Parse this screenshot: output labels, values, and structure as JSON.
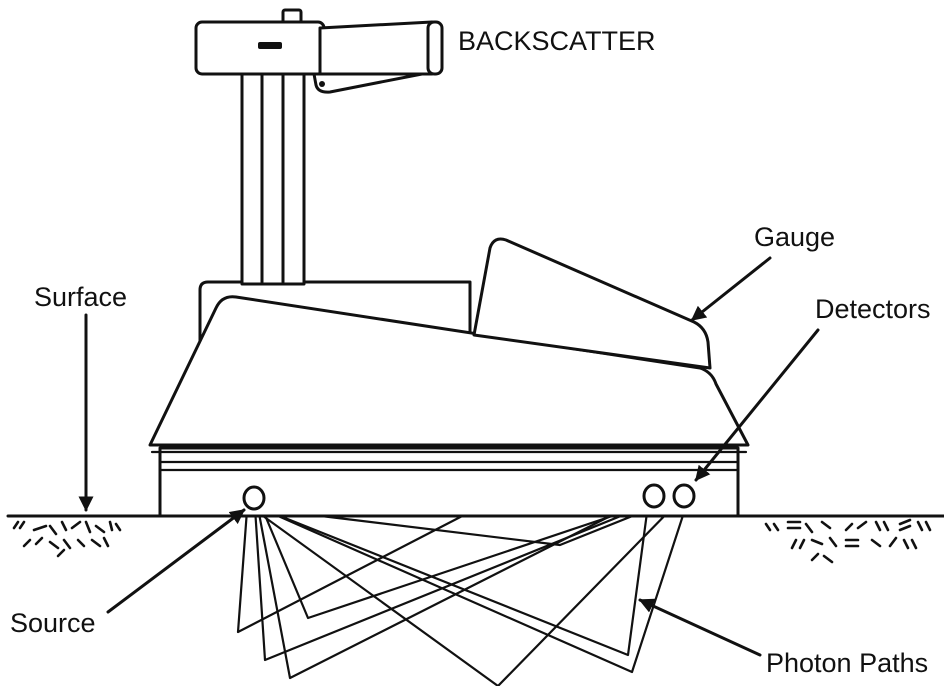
{
  "diagram": {
    "labels": {
      "title": "BACKSCATTER",
      "gauge": "Gauge",
      "detectors": "Detectors",
      "surface": "Surface",
      "source": "Source",
      "photon_paths": "Photon Paths"
    },
    "colors": {
      "ink": "#111111",
      "background": "#ffffff"
    }
  }
}
